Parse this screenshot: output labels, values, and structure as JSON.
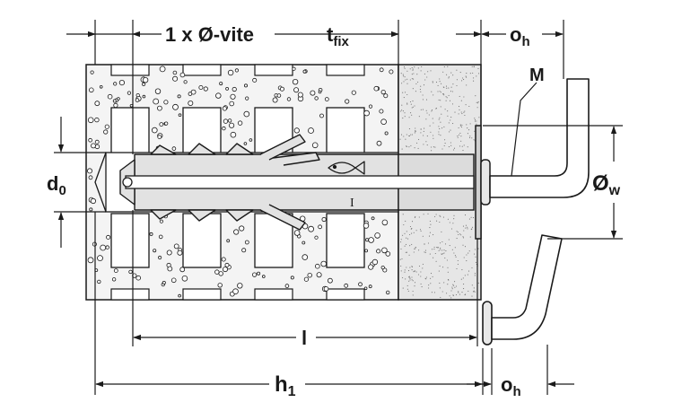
{
  "labels": {
    "screw_width": "1 x Ø-vite",
    "t_fix": {
      "main": "t",
      "sub": "fix"
    },
    "o_h_top": {
      "main": "o",
      "sub": "h"
    },
    "o_h_bottom": {
      "main": "o",
      "sub": "h"
    },
    "M": "M",
    "d0": {
      "main": "d",
      "sub": "0"
    },
    "phi_w": {
      "main": "Ø",
      "sub": "w"
    },
    "l": "l",
    "h1": {
      "main": "h",
      "sub": "1"
    },
    "anchor_mark": "I"
  },
  "colors": {
    "line": "#1a1a1a",
    "block_fill": "#f4f4f4",
    "fixture_fill": "#e6e6e6",
    "anchor_fill": "#e2e2e2"
  }
}
